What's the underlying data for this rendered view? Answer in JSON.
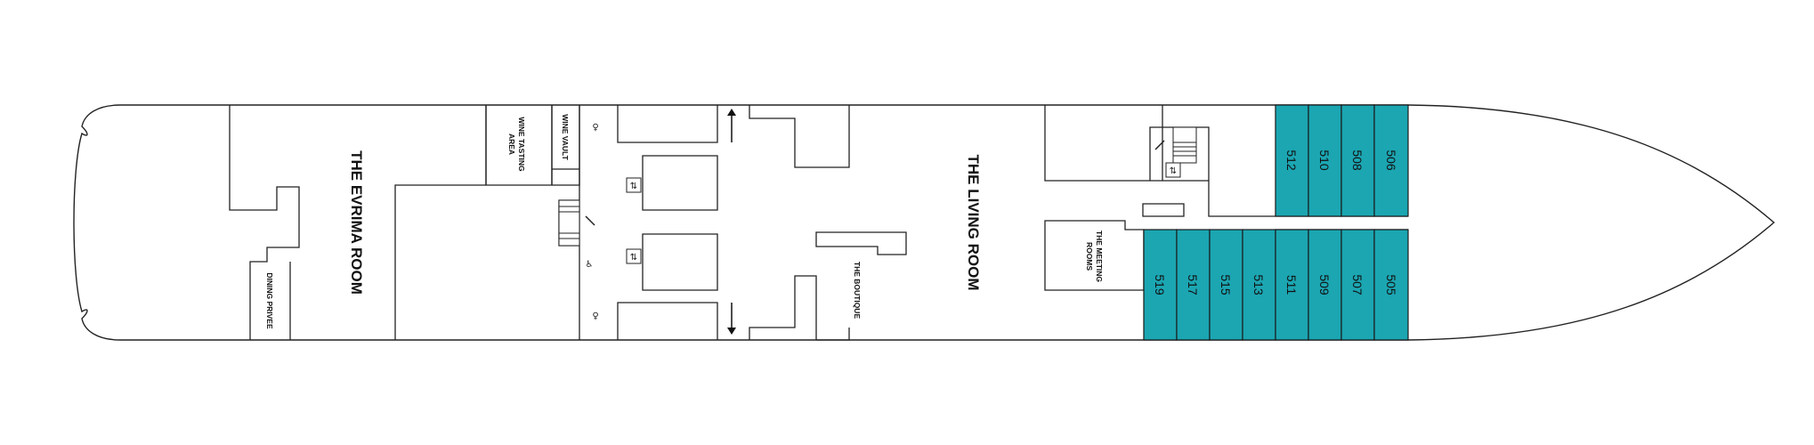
{
  "deck": {
    "rooms": {
      "evrima_room": "THE EVRIMA ROOM",
      "living_room": "THE LIVING ROOM",
      "dining_privee": "DINING PRIVEE",
      "wine_tasting_area": [
        "WINE TASTING",
        "AREA"
      ],
      "wine_vault": "WINE VAULT",
      "boutique": "THE BOUTIQUE",
      "meeting_rooms": [
        "THE MEETING",
        "ROOMS"
      ]
    },
    "cabins_upper": [
      "512",
      "510",
      "508",
      "506"
    ],
    "cabins_lower": [
      "519",
      "517",
      "515",
      "513",
      "511",
      "509",
      "507",
      "505"
    ],
    "colors": {
      "cabin_fill": "#1ba6b2",
      "lines": "#222222"
    },
    "icons": [
      "stairs-icon",
      "elevator-icon",
      "restroom-icon",
      "accessible-icon",
      "arrow-up-icon",
      "arrow-down-icon"
    ]
  }
}
